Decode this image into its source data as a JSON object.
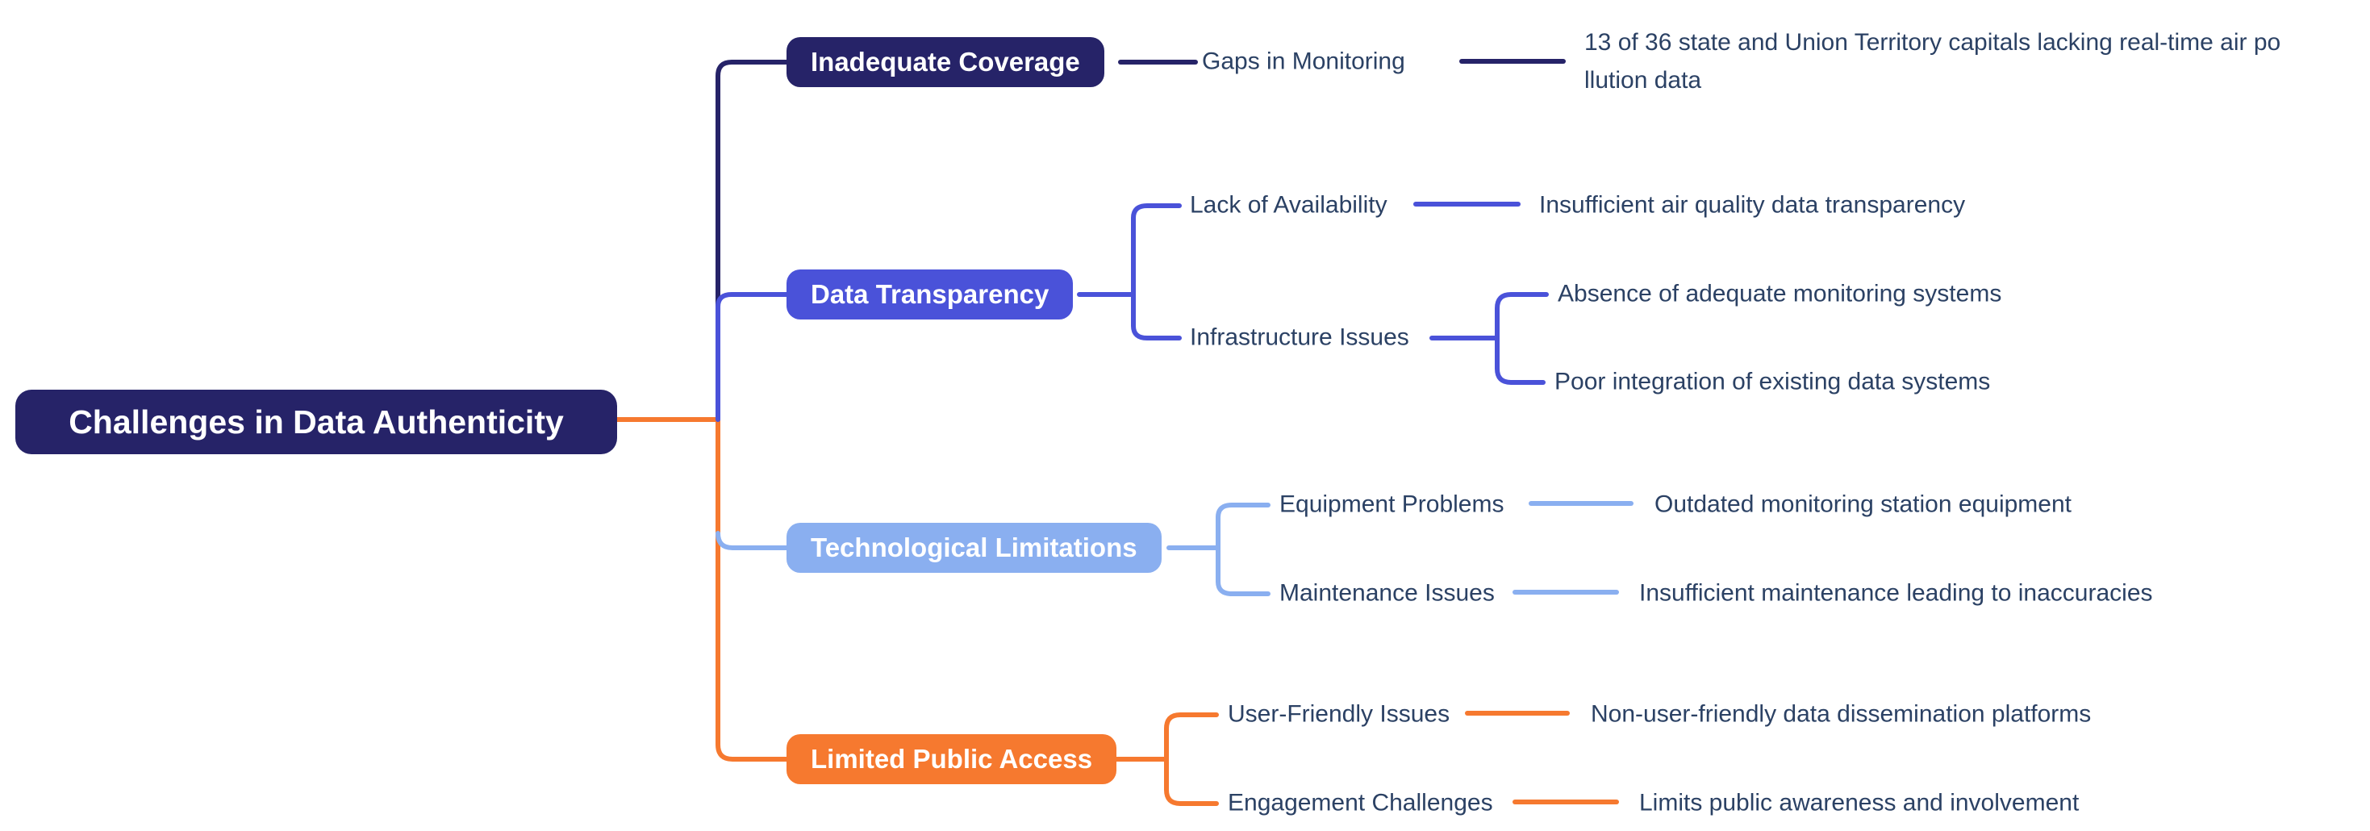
{
  "root": {
    "label": "Challenges in Data Authenticity"
  },
  "branches": [
    {
      "label": "Inadequate Coverage",
      "color": "#262368",
      "children": [
        {
          "label": "Gaps in Monitoring",
          "children": [
            {
              "text": [
                "13 of 36 state and Union Territory capitals lacking real-time air po",
                "llution data"
              ]
            }
          ]
        }
      ]
    },
    {
      "label": "Data Transparency",
      "color": "#4a52d9",
      "children": [
        {
          "label": "Lack of Availability",
          "children": [
            {
              "text": "Insufficient air quality data transparency"
            }
          ]
        },
        {
          "label": "Infrastructure Issues",
          "children": [
            {
              "text": "Absence of adequate monitoring systems"
            },
            {
              "text": "Poor integration of existing data systems"
            }
          ]
        }
      ]
    },
    {
      "label": "Technological Limitations",
      "color": "#8aaff0",
      "children": [
        {
          "label": "Equipment Problems",
          "children": [
            {
              "text": "Outdated monitoring station equipment"
            }
          ]
        },
        {
          "label": "Maintenance Issues",
          "children": [
            {
              "text": "Insufficient maintenance leading to inaccuracies"
            }
          ]
        }
      ]
    },
    {
      "label": "Limited Public Access",
      "color": "#f6792f",
      "children": [
        {
          "label": "User-Friendly Issues",
          "children": [
            {
              "text": "Non-user-friendly data dissemination platforms"
            }
          ]
        },
        {
          "label": "Engagement Challenges",
          "children": [
            {
              "text": "Limits public awareness and involvement"
            }
          ]
        }
      ]
    }
  ],
  "colors": {
    "root_bg": "#262368",
    "branch_inadequate_coverage": "#262368",
    "branch_data_transparency": "#4a52d9",
    "branch_technological_limitations": "#8aaff0",
    "branch_limited_public_access": "#f6792f",
    "label_text": "#2b4164",
    "node_text": "#ffffff",
    "background": "#ffffff"
  }
}
